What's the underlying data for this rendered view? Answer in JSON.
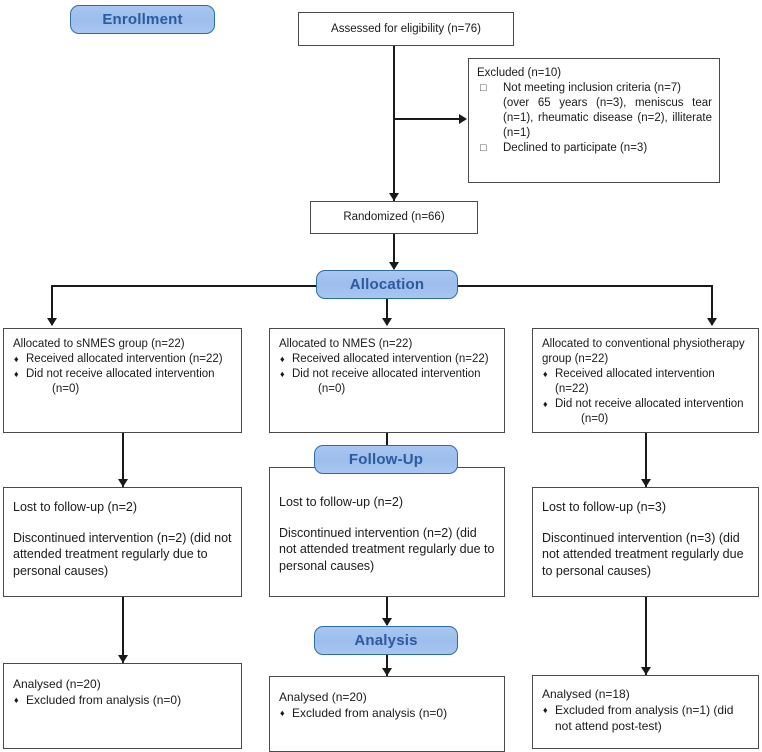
{
  "diagram": {
    "title": "CONSORT participant flow diagram",
    "stage_accent_fill": "#a3c2ee",
    "stage_accent_text": "#2b5b9e",
    "box_border": "#4a4a4a"
  },
  "stages": {
    "enrollment": "Enrollment",
    "allocation": "Allocation",
    "followup": "Follow-Up",
    "analysis": "Analysis"
  },
  "enrollment": {
    "assessed": "Assessed for eligibility  (n=76)",
    "randomized": "Randomized (n=66)",
    "excluded": {
      "header": "Excluded  (n=10)",
      "item1": "Not meeting inclusion criteria (n=7)",
      "item1_detail": "(over 65 years (n=3), meniscus tear (n=1), rheumatic disease (n=2), illiterate (n=1)",
      "item2": "Declined to participate (n=3)"
    }
  },
  "allocation": {
    "left": {
      "header": "Allocated to sNMES group (n=22)",
      "received": "Received allocated intervention (n=22)",
      "not_received": "Did not receive allocated intervention",
      "not_received_n": "(n=0)"
    },
    "middle": {
      "header": "Allocated to NMES (n=22)",
      "received": "Received allocated intervention (n=22)",
      "not_received": "Did not receive allocated intervention",
      "not_received_n": "(n=0)"
    },
    "right": {
      "header": "Allocated to conventional physiotherapy group (n=22)",
      "received": "Received allocated intervention (n=22)",
      "not_received": "Did not receive allocated intervention",
      "not_received_n": "(n=0)"
    }
  },
  "followup": {
    "left": {
      "lost": "Lost to follow-up (n=2)",
      "discontinued": "Discontinued intervention (n=2) (did not attended treatment regularly due to personal causes)"
    },
    "middle": {
      "lost": "Lost to follow-up (n=2)",
      "discontinued": "Discontinued intervention (n=2) (did not attended treatment regularly due to personal causes)"
    },
    "right": {
      "lost": "Lost to follow-up (n=3)",
      "discontinued": "Discontinued intervention (n=3) (did not attended treatment regularly due to personal causes)"
    }
  },
  "analysis": {
    "left": {
      "analysed": "Analysed  (n=20)",
      "excluded": "Excluded from analysis (n=0)"
    },
    "middle": {
      "analysed": "Analysed  (n=20)",
      "excluded": "Excluded from analysis  (n=0)"
    },
    "right": {
      "analysed": "Analysed  (n=18)",
      "excluded": "Excluded from analysis  (n=1) (did not attend post-test)"
    }
  }
}
